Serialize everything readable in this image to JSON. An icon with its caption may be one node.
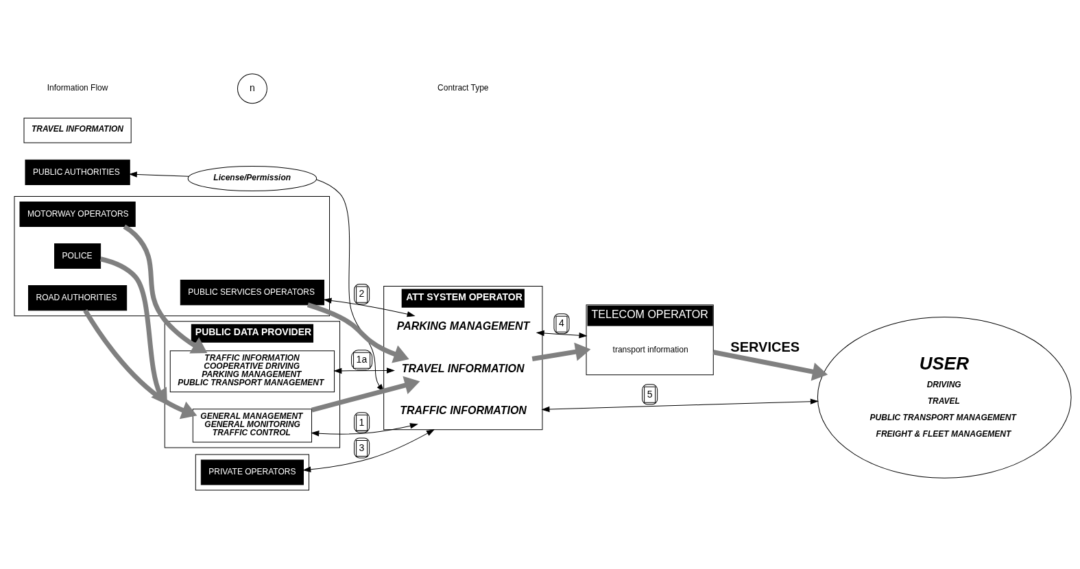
{
  "diagram": {
    "nodes": [
      {
        "text": [
          "PUBLIC AUTHORITIES"
        ]
      },
      {
        "text": [
          "License/Permission"
        ]
      },
      {
        "text": [
          "ATT SYSTEM OPERATOR"
        ]
      },
      {
        "text": [
          "TRAFFIC INFORMATION"
        ],
        "in": 2
      },
      {
        "text": [
          "TRAVEL INFORMATION"
        ],
        "in": 2
      },
      {
        "text": [
          "PARKING MANAGEMENT"
        ],
        "in": 2
      },
      {
        "text": [],
        "shape": "box"
      },
      {
        "text": [
          "ROAD AUTHORITIES"
        ],
        "in": 6
      },
      {
        "text": [
          "POLICE"
        ],
        "in": 6
      },
      {
        "text": [
          "MOTORWAY OPERATORS"
        ],
        "in": 6
      },
      {
        "text": [
          "PUBLIC SERVICES OPERATORS"
        ],
        "in": 6
      },
      {
        "text": [
          "PUBLIC DATA PROVIDER"
        ]
      },
      {
        "text": [
          "GENERAL MANAGEMENT",
          "GENERAL MONITORING",
          "TRAFFIC CONTROL"
        ],
        "in": 11
      },
      {
        "text": [
          "TRAFFIC INFORMATION",
          "COOPERATIVE DRIVING",
          "PARKING MANAGEMENT",
          "PUBLIC TRANSPORT MANAGEMENT"
        ],
        "in": 11
      },
      {
        "text": [
          "TRAVEL INFORMATION"
        ]
      },
      {
        "text": [],
        "shape": "box"
      },
      {
        "text": [
          "PRIVATE OPERATORS"
        ],
        "in": 15
      },
      {
        "text": [
          "TELECOM OPERATOR",
          "transport information"
        ]
      },
      {
        "text": [
          "USER",
          "DRIVING",
          "TRAVEL",
          "PUBLIC TRANSPORT MANAGEMENT",
          "FREIGHT & FLEET MANAGEMENT"
        ]
      }
    ],
    "edges": [
      {
        "from": 1,
        "to": 0,
        "arrow": "to"
      },
      {
        "from": 1,
        "to": 2,
        "arrow": "to"
      },
      {
        "from": 7,
        "to": 12,
        "arrow": "to",
        "style": "thick",
        "color": "#808080"
      },
      {
        "from": 8,
        "to": 11,
        "arrow": "to",
        "style": "thick",
        "color": "#808080"
      },
      {
        "from": 9,
        "to": 13,
        "arrow": "to",
        "style": "thick",
        "color": "#808080"
      },
      {
        "from": 12,
        "to": 4,
        "arrow": "to",
        "style": "thick",
        "color": "#808080"
      },
      {
        "from": 10,
        "to": 4,
        "arrow": "to",
        "style": "thick",
        "color": "#808080"
      },
      {
        "from": 12,
        "to": 3,
        "arrow": "both",
        "label": "1"
      },
      {
        "from": 13,
        "to": 4,
        "arrow": "both",
        "label": "1a"
      },
      {
        "from": 10,
        "to": 5,
        "arrow": "both",
        "label": "2"
      },
      {
        "from": 16,
        "to": 2,
        "arrow": "both",
        "label": "3"
      },
      {
        "from": 5,
        "to": 17,
        "arrow": "both",
        "label": "4"
      },
      {
        "from": 2,
        "to": 18,
        "arrow": "both",
        "label": "5"
      },
      {
        "from": 4,
        "to": 17,
        "arrow": "to",
        "style": "thick",
        "color": "#808080"
      },
      {
        "from": 17,
        "to": 18,
        "arrow": "to",
        "style": "thick",
        "color": "#808080",
        "label": "SERVICES"
      }
    ],
    "labels": [
      "n"
    ],
    "legend": [
      {
        "text": "Information Flow"
      },
      {
        "text": "Contract Type"
      }
    ]
  }
}
